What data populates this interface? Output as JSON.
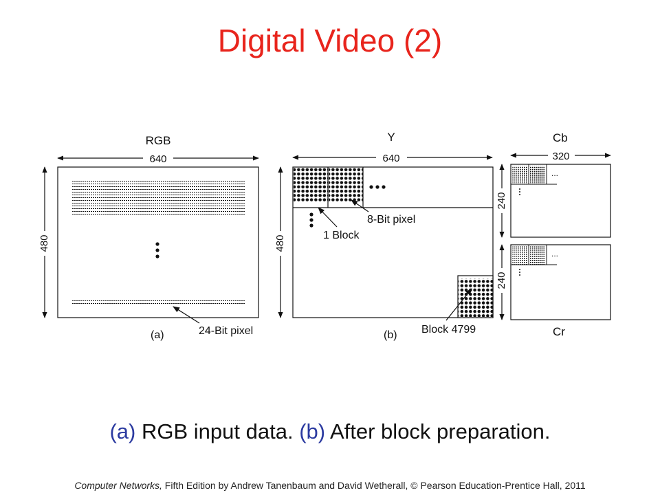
{
  "slide": {
    "title": "Digital Video (2)"
  },
  "figure": {
    "panel_a": {
      "title": "RGB",
      "width_label": "640",
      "height_label": "480",
      "pixel_callout": "24-Bit pixel",
      "sublabel": "(a)"
    },
    "panel_b": {
      "title": "Y",
      "width_label": "640",
      "height_label": "480",
      "pixel_callout": "8-Bit pixel",
      "block_callout": "1 Block",
      "last_block_callout": "Block 4799",
      "sublabel": "(b)"
    },
    "panel_c": {
      "top_title": "Cb",
      "width_label": "320",
      "top_height_label": "240",
      "bottom_height_label": "240",
      "bottom_title": "Cr"
    },
    "ellipsis": "..."
  },
  "caption": {
    "tag_a": "(a)",
    "text_a": " RGB input data. ",
    "tag_b": "(b)",
    "text_b": " After block preparation."
  },
  "footer": {
    "book": "Computer Networks,",
    "rest": " Fifth Edition by Andrew Tanenbaum and David Wetherall, © Pearson Education-Prentice Hall, 2011"
  },
  "colors": {
    "title": "#e8241c",
    "caption_tag": "#2b3aa0",
    "ink": "#111111"
  }
}
